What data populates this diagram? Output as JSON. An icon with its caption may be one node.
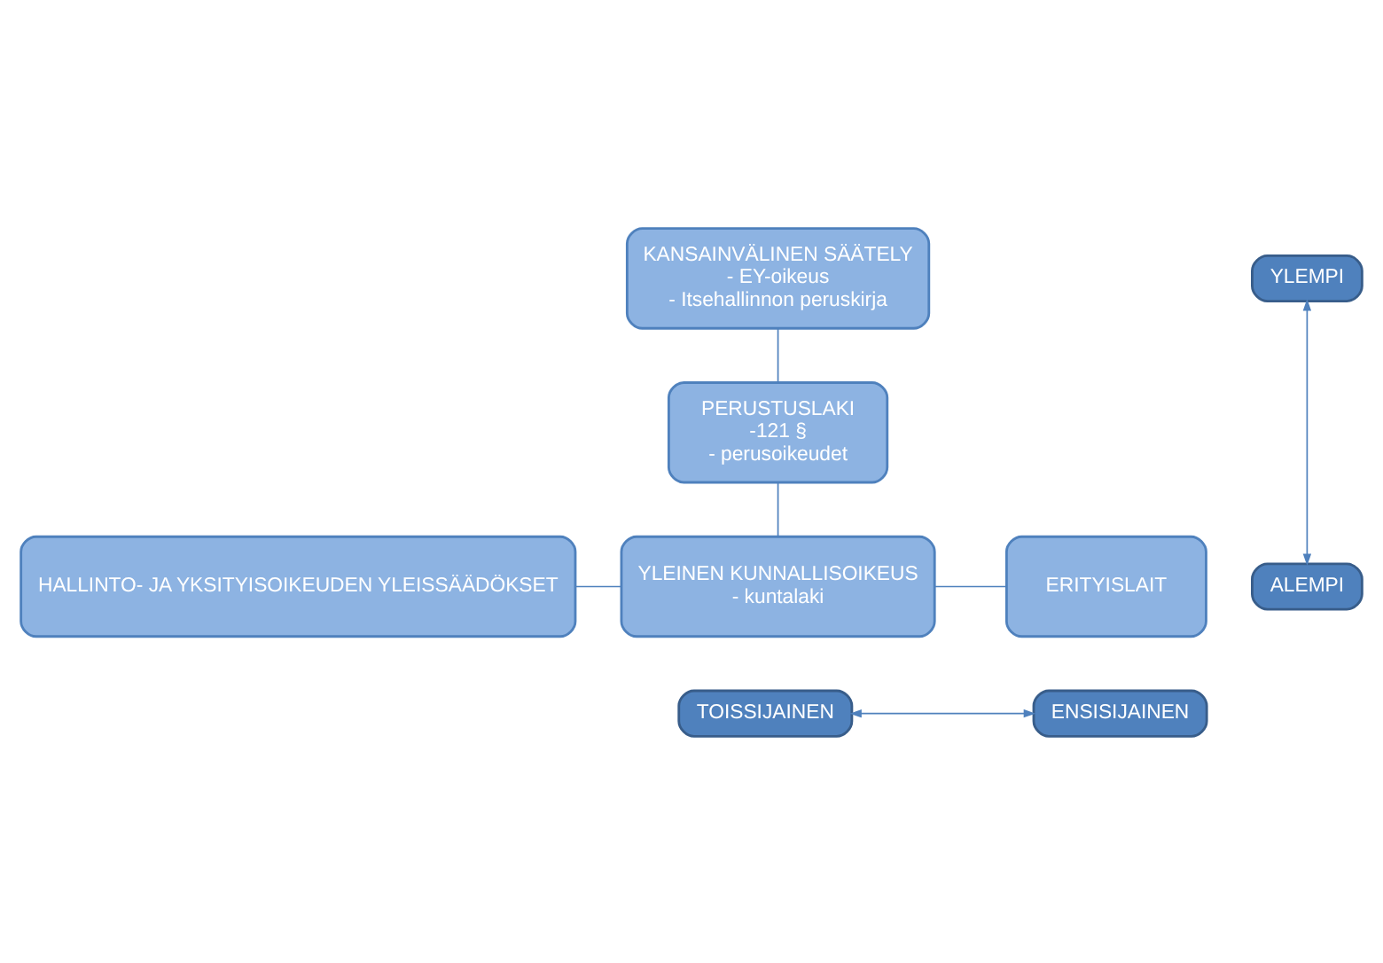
{
  "diagram": {
    "nodes": [
      {
        "text": [
          "KANSAINVÄLINEN SÄÄTELY",
          "- EY-oikeus",
          "- Itsehallinnon peruskirja"
        ]
      },
      {
        "text": [
          "PERUSTUSLAKI",
          "-121 §",
          "- perusoikeudet"
        ]
      },
      {
        "text": [
          "HALLINTO- JA YKSITYISOIKEUDEN YLEISSÄÄDÖKSET"
        ]
      },
      {
        "text": [
          "YLEINEN KUNNALLISOIKEUS",
          "- kuntalaki"
        ]
      },
      {
        "text": [
          "ERITYISLAIT"
        ]
      },
      {
        "text": [
          "YLEMPI"
        ]
      },
      {
        "text": [
          "ALEMPI"
        ]
      },
      {
        "text": [
          "TOISSIJAINEN"
        ]
      },
      {
        "text": [
          "ENSISIJAINEN"
        ]
      }
    ],
    "edges": [
      {
        "from": 0,
        "to": 1,
        "arrow": "none"
      },
      {
        "from": 1,
        "to": 3,
        "arrow": "none"
      },
      {
        "from": 2,
        "to": 3,
        "arrow": "none"
      },
      {
        "from": 3,
        "to": 4,
        "arrow": "none"
      },
      {
        "from": 5,
        "to": 6,
        "arrow": "both"
      },
      {
        "from": 7,
        "to": 8,
        "arrow": "both"
      }
    ]
  }
}
